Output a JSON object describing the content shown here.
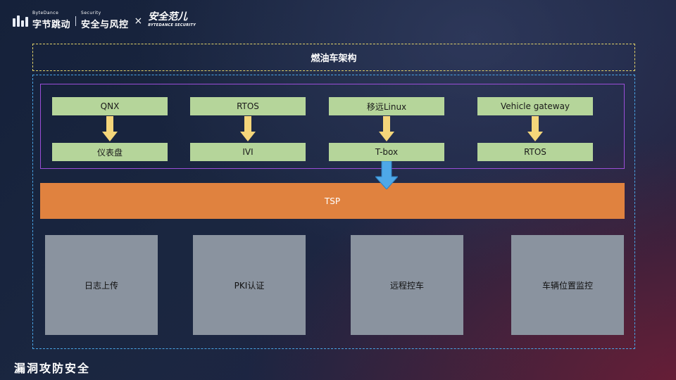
{
  "header": {
    "bytedance_small": "ByteDance",
    "bytedance": "字节跳动",
    "security_small": "Security",
    "security": "安全与风控",
    "times": "×",
    "brand2": "安全范儿",
    "brand2_small": "BYTEDANCE SECURITY"
  },
  "diagram": {
    "title": "燃油车架构",
    "columns": [
      {
        "top": "QNX",
        "bottom": "仪表盘"
      },
      {
        "top": "RTOS",
        "bottom": "IVI"
      },
      {
        "top": "移远Linux",
        "bottom": "T-box"
      },
      {
        "top": "Vehicle gateway",
        "bottom": "RTOS"
      }
    ],
    "tsp": "TSP",
    "services": [
      "日志上传",
      "PKI认证",
      "远程控车",
      "车辆位置监控"
    ],
    "colors": {
      "green": "#b5d59a",
      "orange": "#e0823f",
      "gray": "#8a939f",
      "purple": "#9b4ed8",
      "yellow_arrow": "#f5d67a",
      "blue_arrow": "#4ea8e8"
    }
  },
  "footer": {
    "text": "漏洞攻防安全"
  }
}
